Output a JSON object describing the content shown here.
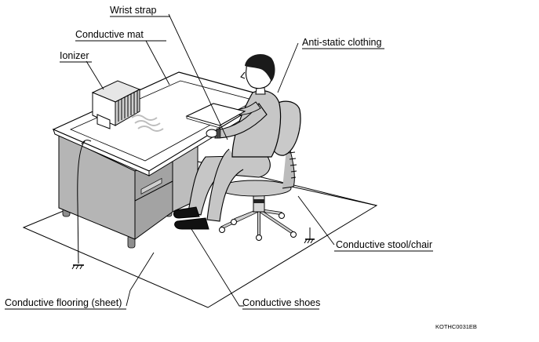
{
  "labels": {
    "wrist_strap": "Wrist strap",
    "conductive_mat": "Conductive mat",
    "ionizer": "Ionizer",
    "anti_static_clothing": "Anti-static clothing",
    "conductive_stool_chair": "Conductive stool/chair",
    "conductive_flooring": "Conductive flooring (sheet)",
    "conductive_shoes": "Conductive shoes"
  },
  "figure_code": "KOTHC0031EB",
  "colors": {
    "desk_body": "#b5b5b5",
    "desk_drawer": "#a3a3a3",
    "desk_top": "#ffffff",
    "clothing": "#c6c6c6",
    "hair": "#1a1a1a",
    "shoes": "#111111",
    "chair": "#c9c9c9",
    "outline": "#000000"
  }
}
